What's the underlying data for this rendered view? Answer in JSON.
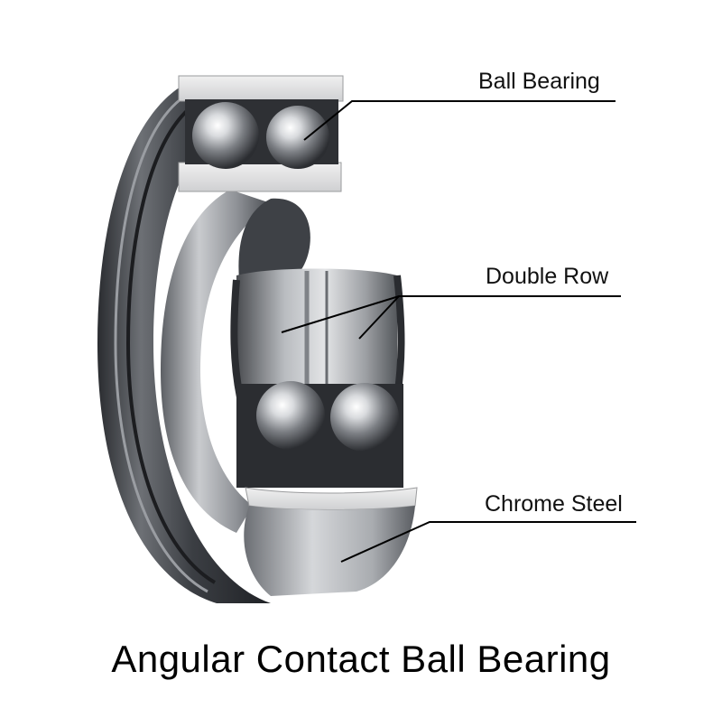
{
  "diagram": {
    "title": "Angular Contact Ball Bearing",
    "callouts": [
      {
        "id": "ball-bearing",
        "label": "Ball Bearing"
      },
      {
        "id": "double-row",
        "label": "Double Row"
      },
      {
        "id": "chrome-steel",
        "label": "Chrome Steel"
      }
    ],
    "colors": {
      "leader_line": "#000000",
      "steel_dark": "#3a3c40",
      "steel_mid": "#8a8d92",
      "steel_light": "#d8dadd",
      "cut_face": "#e6e6e6"
    }
  }
}
